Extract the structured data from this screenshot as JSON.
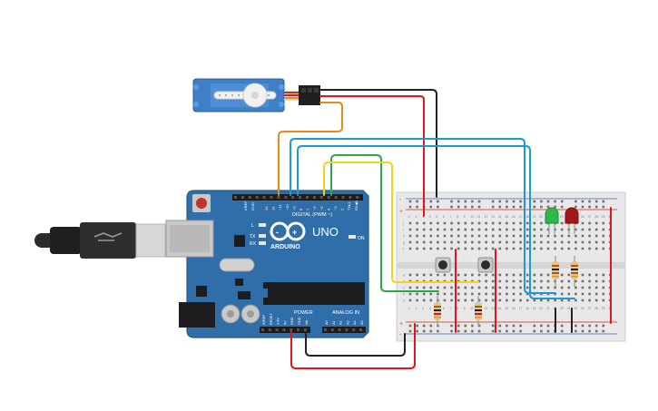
{
  "arduino": {
    "brand": "ARDUINO",
    "model": "UNO",
    "digital_label": "DIGITAL (PWM ~)",
    "power_label": "POWER",
    "analog_label": "ANALOG IN",
    "on_label": "ON",
    "tx_label": "TX",
    "rx_label": "RX",
    "l_label": "L",
    "aref_label": "AREF",
    "gnd_label": "GND",
    "top_pin_labels": [
      "13",
      "12",
      "~11",
      "~10",
      "~9",
      "8",
      "7",
      "~6",
      "~5",
      "4",
      "~3",
      "2",
      "TX▸1",
      "RX◀0"
    ],
    "power_pin_labels": [
      "IOREF",
      "RESET",
      "3.3V",
      "5V",
      "GND",
      "GND",
      "Vin"
    ],
    "analog_pin_labels": [
      "A0",
      "A1",
      "A2",
      "A3",
      "A4",
      "A5"
    ]
  },
  "breadboard": {
    "row_letters_top": [
      "j",
      "i",
      "h",
      "g",
      "f"
    ],
    "row_letters_bottom": [
      "e",
      "d",
      "c",
      "b",
      "a"
    ],
    "column_numbers": [
      "1",
      "2",
      "3",
      "4",
      "5",
      "6",
      "7",
      "8",
      "9",
      "10",
      "11",
      "12",
      "13",
      "14",
      "15",
      "16",
      "17",
      "18",
      "19",
      "20",
      "21",
      "22",
      "23",
      "24",
      "25",
      "26",
      "27",
      "28",
      "29",
      "30"
    ],
    "plus_sign": "+",
    "minus_sign": "-"
  },
  "components": {
    "led_green_color": "#2db84a",
    "led_red_color": "#a3161a",
    "servo_color": "#3f7fc7",
    "board_color": "#2f6ea8"
  },
  "wires": {
    "red": "#e0161e",
    "black": "#222222",
    "orange": "#e8891a",
    "blue": "#1a9ad6",
    "green": "#2aa84a",
    "yellow": "#f2d21a"
  }
}
